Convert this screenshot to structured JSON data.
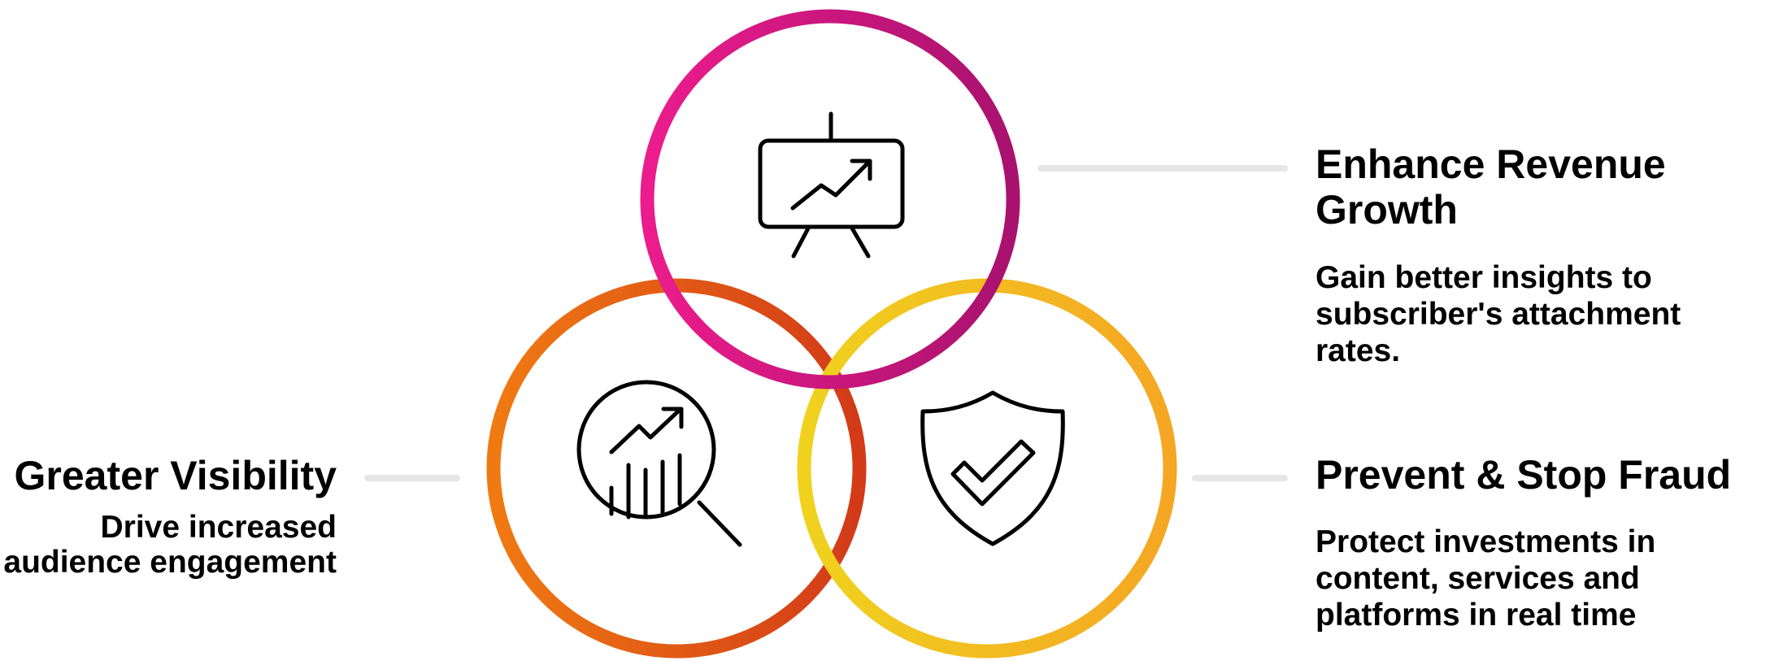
{
  "colors": {
    "top_ring_start": "#ec1c8c",
    "top_ring_end": "#a8126e",
    "left_ring_start": "#f07a12",
    "left_ring_end": "#d23a18",
    "right_ring_start": "#f0d21e",
    "right_ring_end": "#f5a623",
    "connector": "#e6e6e6",
    "text": "#000000"
  },
  "icons": {
    "top": "presentation-chart-icon",
    "left": "analytics-search-icon",
    "right": "shield-check-icon"
  },
  "sections": {
    "revenue": {
      "heading": "Enhance Revenue Growth",
      "description": "Gain better insights to subscriber's attachment rates."
    },
    "fraud": {
      "heading": "Prevent & Stop Fraud",
      "description": "Protect investments in content, services and platforms in real time"
    },
    "visibility": {
      "heading": "Greater Visibility",
      "description": "Drive increased audience engagement"
    }
  }
}
